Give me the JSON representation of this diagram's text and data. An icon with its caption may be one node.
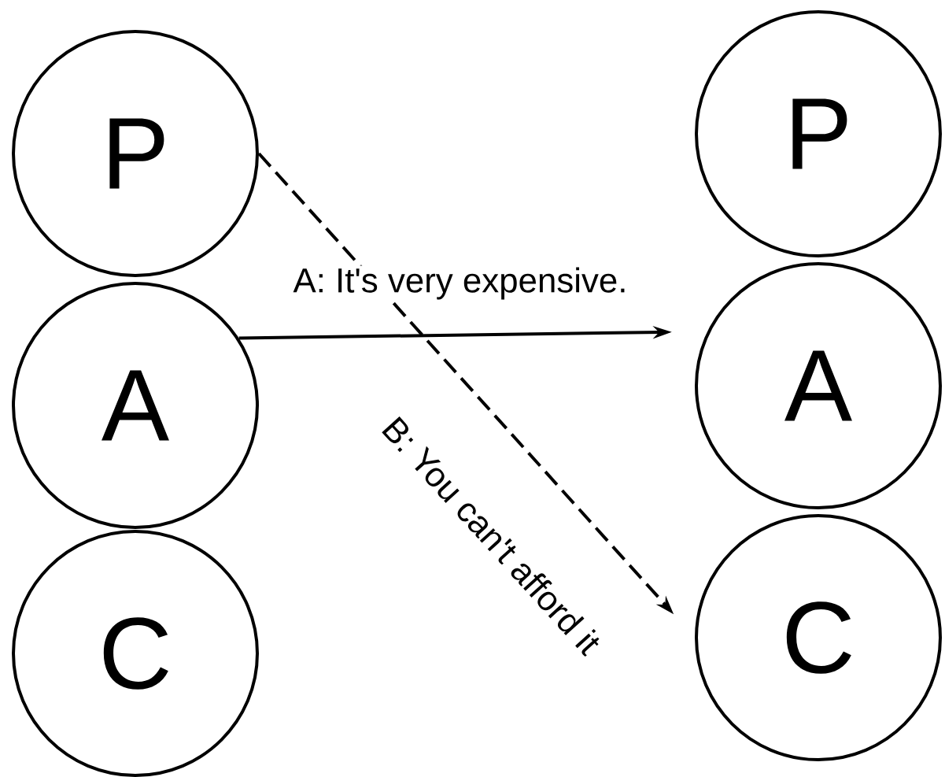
{
  "diagram": {
    "nodes": [
      {
        "text": [
          "P"
        ]
      },
      {
        "text": [
          "A"
        ]
      },
      {
        "text": [
          "C"
        ]
      },
      {
        "text": [
          "P"
        ]
      },
      {
        "text": [
          "A"
        ]
      },
      {
        "text": [
          "C"
        ]
      }
    ],
    "edges": [
      {
        "from": 1,
        "to": 4,
        "arrow": "to",
        "label": "A: It's very expensive."
      },
      {
        "from": 0,
        "to": 5,
        "arrow": "to",
        "style": "dashed",
        "label": "B: You can't afford it"
      }
    ]
  }
}
